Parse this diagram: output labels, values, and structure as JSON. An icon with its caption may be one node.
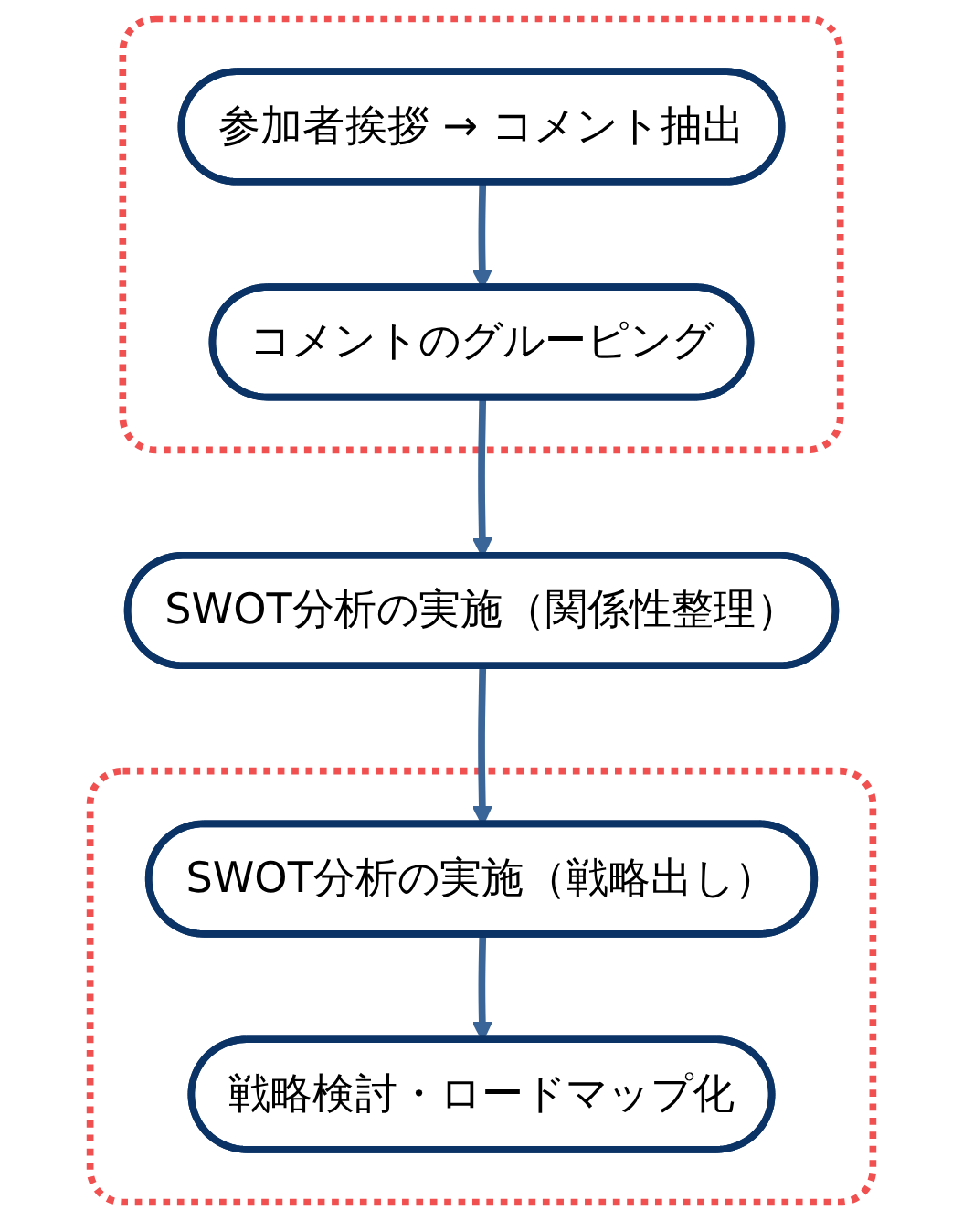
{
  "diagram": {
    "nodes": [
      {
        "text": [],
        "shape": "box"
      },
      {
        "text": [
          "参加者挨拶 → コメント抽出"
        ],
        "in": 0
      },
      {
        "text": [
          "コメントのグルーピング"
        ],
        "in": 0
      },
      {
        "text": [
          "SWOT分析の実施（関係性整理）"
        ]
      },
      {
        "text": [],
        "shape": "box"
      },
      {
        "text": [
          "SWOT分析の実施（戦略出し）"
        ],
        "in": 4
      },
      {
        "text": [
          "戦略検討・ロードマップ化"
        ],
        "in": 4
      }
    ],
    "edges": [
      {
        "from": 1,
        "to": 2,
        "arrow": "to"
      },
      {
        "from": 2,
        "to": 3,
        "arrow": "to"
      },
      {
        "from": 3,
        "to": 5,
        "arrow": "to"
      },
      {
        "from": 5,
        "to": 6,
        "arrow": "to"
      }
    ]
  }
}
